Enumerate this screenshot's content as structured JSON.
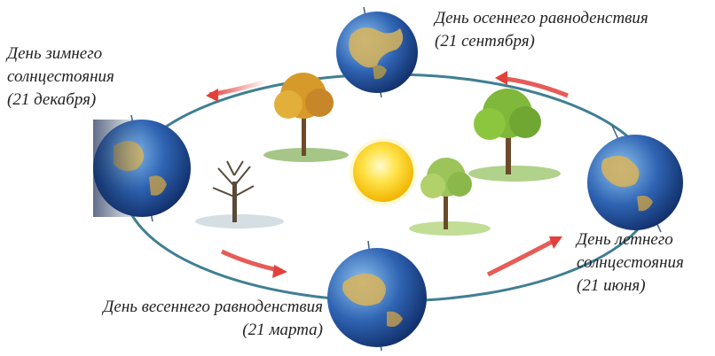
{
  "labels": {
    "autumn": {
      "title": "День осеннего равноденствия",
      "date": "(21 сентября)"
    },
    "winter": {
      "line1": "День зимнего",
      "line2": "солнцестояния",
      "date": "(21 декабря)"
    },
    "summer": {
      "line1": "День летнего",
      "line2": "солнцестояния",
      "date": "(21 июня)"
    },
    "spring": {
      "title": "День весеннего равноденствия",
      "date": "(21 марта)"
    }
  },
  "colors": {
    "orbit": "#3f7f93",
    "arrow": "#e2403a",
    "sun": "#ffd21a",
    "ocean": "#2f64b3",
    "land": "#d9b45a",
    "tree_autumn": "#d69a2a",
    "tree_summer": "#7fb83a",
    "tree_spring": "#9cc45a",
    "tree_winter": "#b7c6cf"
  },
  "icons": {
    "sun": "sun-icon",
    "earth": "earth-globe-icon",
    "tree": "tree-icon",
    "arrow": "direction-arrow-icon"
  }
}
